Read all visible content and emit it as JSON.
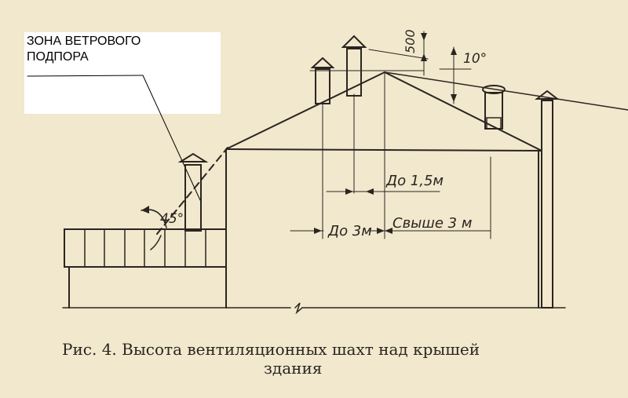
{
  "callout": {
    "text": "ЗОНА ВЕТРОВОГО\nПОДПОРА"
  },
  "labels": {
    "dim_500": "500",
    "angle_10": "10°",
    "angle_45": "45°",
    "up_to_1_5m": "До 1,5м",
    "up_to_3m": "До 3м",
    "over_3m": "Свыше 3 м"
  },
  "caption": {
    "line1": "Рис. 4. Высота вентиляционных шахт над крышей",
    "line2": "здания"
  },
  "colors": {
    "paper": "#f1e8cd",
    "ink": "#2a2520",
    "callout_bg": "#ffffff"
  }
}
